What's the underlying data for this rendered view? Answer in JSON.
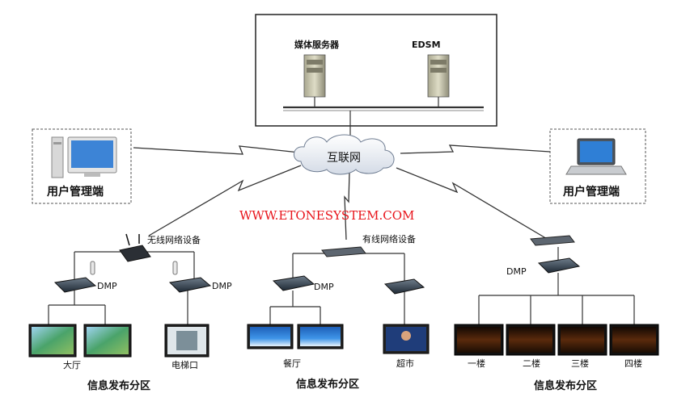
{
  "server_room": {
    "media_server_label": "媒体服务器",
    "edsm_label": "EDSM"
  },
  "internet_label": "互联网",
  "admin_left_label": "用户管理端",
  "admin_right_label": "用户管理端",
  "watermark": "WWW.ETONESYSTEM.COM",
  "zones": [
    {
      "network_label": "无线网络设备",
      "dmp_labels": [
        "DMP",
        "DMP"
      ],
      "screen_labels": [
        "大厅",
        "电梯口"
      ],
      "zone_label": "信息发布分区"
    },
    {
      "network_label": "有线网络设备",
      "dmp_labels": [
        "DMP"
      ],
      "screen_labels": [
        "餐厅",
        "超市"
      ],
      "zone_label": "信息发布分区"
    },
    {
      "network_label": "",
      "dmp_labels": [
        "DMP"
      ],
      "screen_labels": [
        "一楼",
        "二楼",
        "三楼",
        "四楼"
      ],
      "zone_label": "信息发布分区"
    }
  ],
  "colors": {
    "line": "#333333",
    "url": "#e8141b",
    "server": "#c9c7b0",
    "screen_green": "#4aa36a",
    "screen_blue": "#2f7fd6",
    "screen_dark": "#2a1608"
  }
}
